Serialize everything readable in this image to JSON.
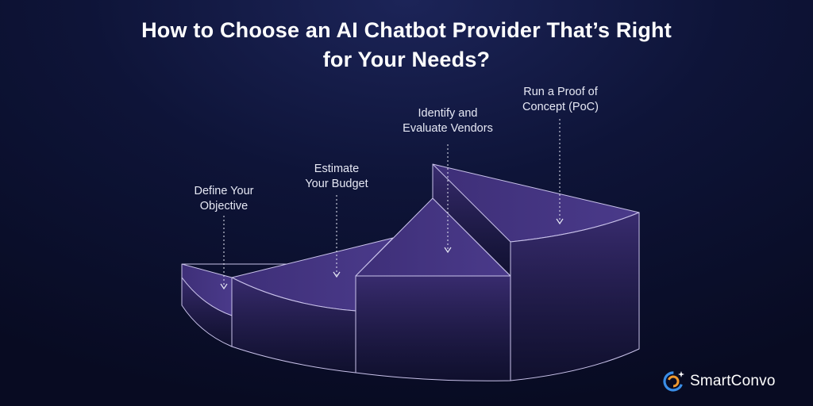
{
  "title": {
    "line1": "How to Choose an AI Chatbot Provider That’s Right",
    "line2": "for Your Needs?"
  },
  "steps": [
    {
      "line1": "Define Your",
      "line2": "Objective"
    },
    {
      "line1": "Estimate",
      "line2": "Your Budget"
    },
    {
      "line1": "Identify and",
      "line2": "Evaluate Vendors"
    },
    {
      "line1": "Run a Proof of",
      "line2": "Concept (PoC)"
    }
  ],
  "brand": {
    "name": "SmartConvo",
    "accent_blue": "#3a8ee8",
    "accent_orange": "#f29a2e"
  },
  "colors": {
    "outline": "#c9c2ea",
    "fill_top": "#3a2c6e",
    "fill_side": "#1f1a4a"
  }
}
